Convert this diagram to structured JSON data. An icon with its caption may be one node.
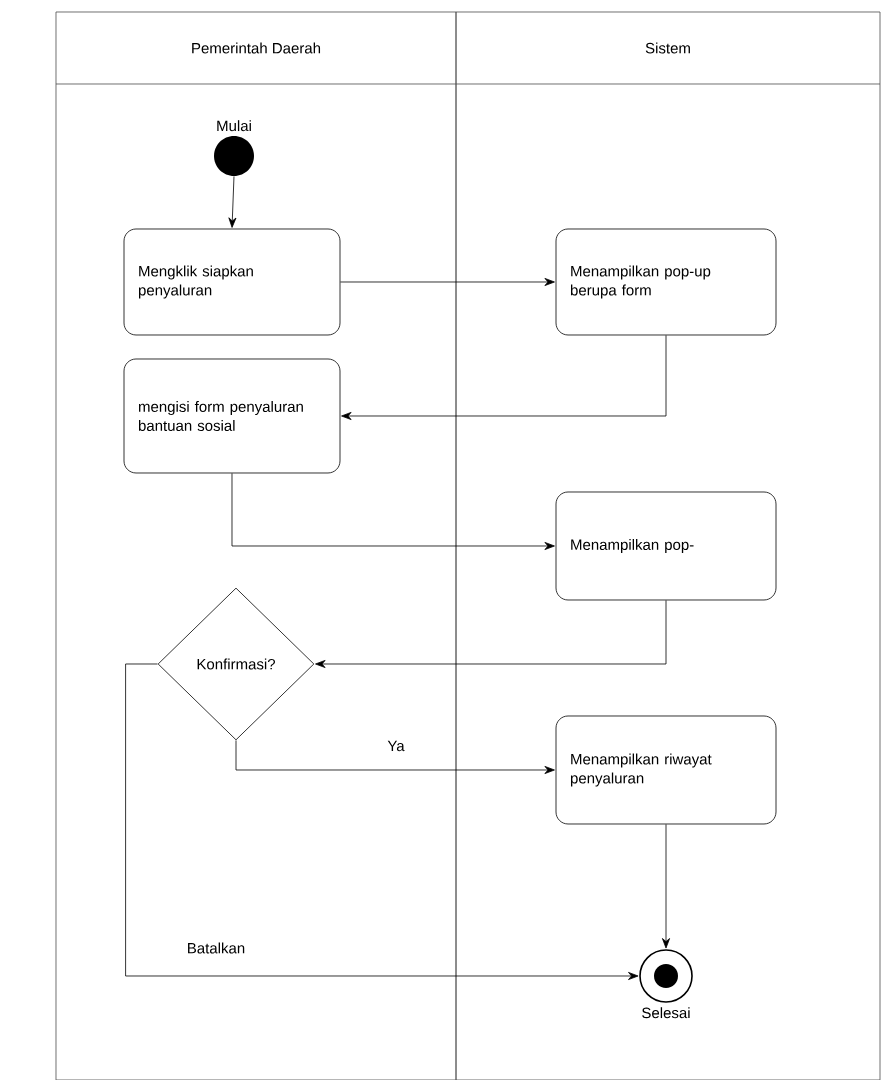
{
  "diagram": {
    "nodes": [
      {
        "text": [
          "Pemerintah Daerah"
        ]
      },
      {
        "text": [
          "Sistem"
        ]
      },
      {
        "text": [],
        "shape": "circle",
        "beside": [
          "Mulai"
        ],
        "in": 0
      },
      {
        "text": [
          "Mengklik siapkan penyaluran"
        ],
        "in": 0
      },
      {
        "text": [
          "Menampilkan pop-up berupa form"
        ],
        "in": 1
      },
      {
        "text": [
          "mengisi form penyaluran bantuan sosial"
        ],
        "in": 0
      },
      {
        "text": [
          "Menampilkan pop-"
        ],
        "in": 1
      },
      {
        "text": [
          "Konfirmasi?"
        ],
        "in": 0
      },
      {
        "text": [
          "Menampilkan riwayat penyaluran"
        ],
        "in": 1
      },
      {
        "text": [],
        "shape": "circle",
        "beside": [
          "Selesai"
        ],
        "in": 1
      }
    ],
    "edges": [
      {
        "from": 2,
        "to": 3,
        "arrow": "to"
      },
      {
        "from": 3,
        "to": 4,
        "arrow": "to"
      },
      {
        "from": 4,
        "to": 5,
        "arrow": "to"
      },
      {
        "from": 5,
        "to": 6,
        "arrow": "to"
      },
      {
        "from": 6,
        "to": 7,
        "arrow": "to"
      },
      {
        "from": 7,
        "to": 8,
        "arrow": "to",
        "label": "Ya"
      },
      {
        "from": 8,
        "to": 9,
        "arrow": "to"
      },
      {
        "from": 7,
        "to": 9,
        "arrow": "to",
        "label": "Batalkan"
      }
    ]
  }
}
